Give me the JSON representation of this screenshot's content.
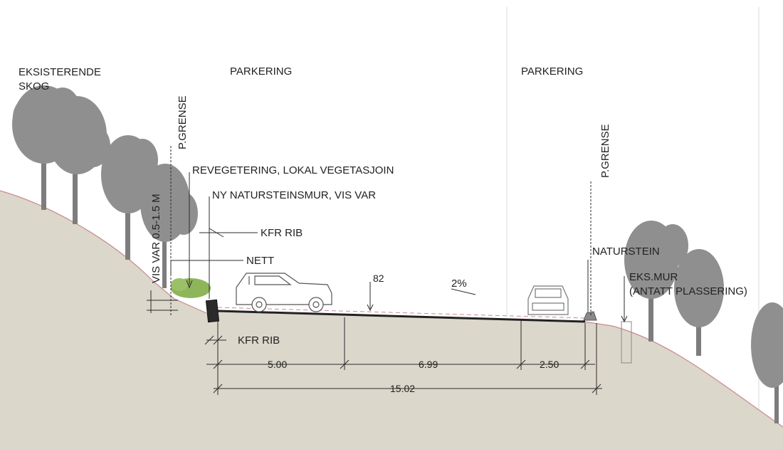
{
  "labels": {
    "existing_forest_line1": "EKSISTERENDE",
    "existing_forest_line2": "SKOG",
    "parking_left": "PARKERING",
    "parking_right": "PARKERING",
    "property_line_left": "P.GRENSE",
    "property_line_right": "P.GRENSE",
    "revegetation": "REVEGETERING, LOKAL VEGETASJOIN",
    "new_stone_wall": "NY NATURSTEINSMUR, VIS VAR",
    "kfr_rib_top": "KFR RIB",
    "fence": "NETT",
    "vis_var": "VIS VAR 0.5-1.5 M",
    "elevation": "82",
    "slope": "2%",
    "natural_stone": "NATURSTEIN",
    "existing_wall_line1": "EKS.MUR",
    "existing_wall_line2": "(ANTATT PLASSERING)",
    "kfr_rib_bottom": "KFR RIB"
  },
  "dimensions": {
    "d1": "5.00",
    "d2": "6.99",
    "d3": "2.50",
    "total": "15.02"
  },
  "colors": {
    "terrain": "#dcd7cb",
    "tree": "#8f8f8f",
    "trunk": "#7d7d7d",
    "shrub": "#8fb55a",
    "line": "#222222",
    "slope_edge": "#c9898f"
  }
}
